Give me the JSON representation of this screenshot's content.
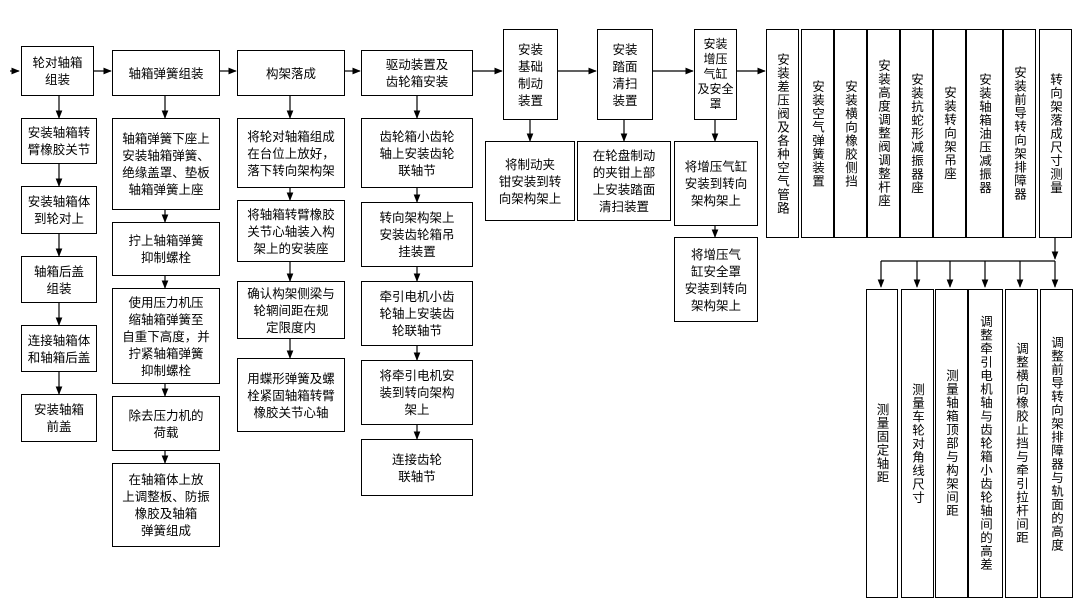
{
  "flow": {
    "col1": {
      "header": "轮对轴箱\n组装",
      "steps": [
        "安装轴箱转\n臂橡胶关节",
        "安装轴箱体\n到轮对上",
        "轴箱后盖\n组装",
        "连接轴箱体\n和轴箱后盖",
        "安装轴箱\n前盖"
      ]
    },
    "col2": {
      "header": "轴箱弹簧组装",
      "steps": [
        "轴箱弹簧下座上\n安装轴箱弹簧、\n绝缘盖罩、垫板\n轴箱弹簧上座",
        "拧上轴箱弹簧\n抑制螺栓",
        "使用压力机压\n缩轴箱弹簧至\n自重下高度，并\n拧紧轴箱弹簧\n抑制螺栓",
        "除去压力机的\n荷载",
        "在轴箱体上放\n上调整板、防振\n橡胶及轴箱\n弹簧组成"
      ]
    },
    "col3": {
      "header": "构架落成",
      "steps": [
        "将轮对轴箱组成\n在台位上放好，\n落下转向架构架",
        "将轴箱转臂橡胶\n关节心轴装入构\n架上的安装座",
        "确认构架侧梁与\n轮辋间距在规\n定限度内",
        "用蝶形弹簧及螺\n栓紧固轴箱转臂\n橡胶关节心轴"
      ]
    },
    "col4": {
      "header": "驱动装置及\n齿轮箱安装",
      "steps": [
        "齿轮箱小齿轮\n轴上安装齿轮\n联轴节",
        "转向架构架上\n安装齿轮箱吊\n挂装置",
        "牵引电机小齿\n轮轴上安装齿\n轮联轴节",
        "将牵引电机安\n装到转向架构\n架上",
        "连接齿轮\n联轴节"
      ]
    },
    "col5": {
      "header": "安装\n基础\n制动\n装置",
      "steps": [
        "将制动夹\n钳安装到转\n向架构架上"
      ]
    },
    "col6": {
      "header": "安装\n踏面\n清扫\n装置",
      "steps": [
        "在轮盘制动\n的夹钳上部\n上安装踏面\n清扫装置"
      ]
    },
    "col7": {
      "header": "安装\n增压\n气缸\n及安全\n罩",
      "steps": [
        "将增压气缸\n安装到转向\n架构架上",
        "将增压气\n缸安全罩\n安装到转向\n架构架上"
      ]
    },
    "vertical_steps": [
      "安装差压阀及各种空气管路",
      "安装空气弹簧装置",
      "安装横向橡胶侧挡",
      "安装高度调整阀调整杆座",
      "安装抗蛇形减振器座",
      "安装转向架吊座",
      "安装轴箱油压减振器",
      "安装前导转向架排障器",
      "转向架落成尺寸测量"
    ],
    "measurements": [
      "测量固定轴距",
      "测量车轮对角线尺寸",
      "测量轴箱顶部与构架间距",
      "调整牵引电机轴与齿轮箱小齿轮轴间的高差",
      "调整横向橡胶止挡与牵引拉杆间距",
      "调整前导转向架排障器与轨面的高度"
    ]
  }
}
